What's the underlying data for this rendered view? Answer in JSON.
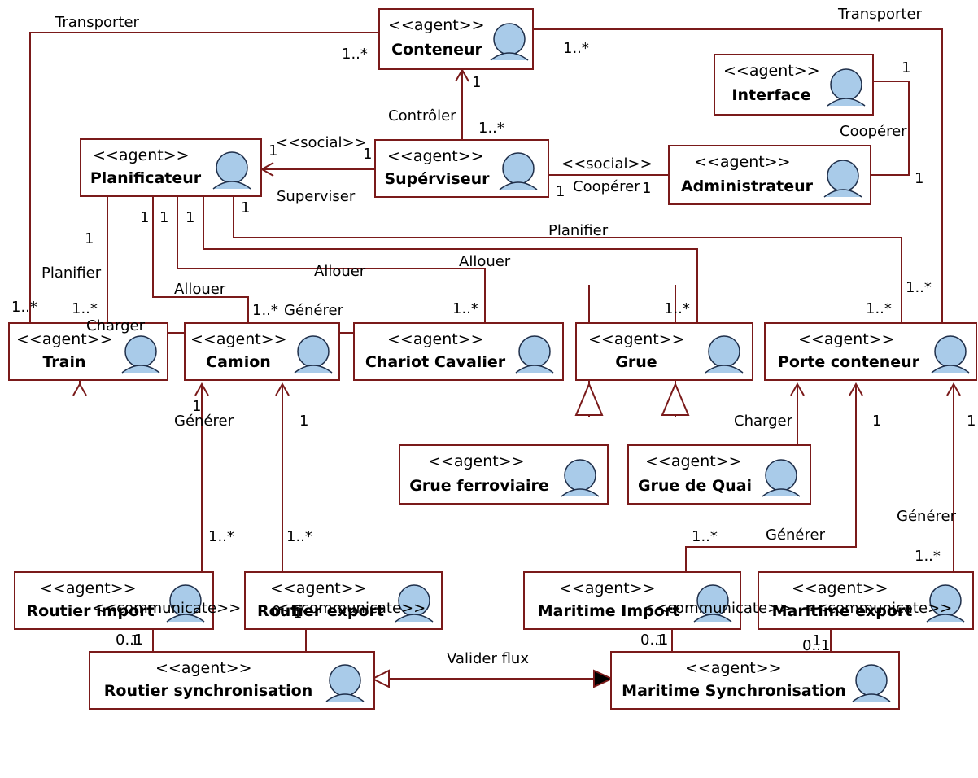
{
  "stereotype": "<<agent>>",
  "agents": {
    "conteneur": "Conteneur",
    "interface": "Interface",
    "planificateur": "Planificateur",
    "superviseur": "Supérviseur",
    "administrateur": "Administrateur",
    "train": "Train",
    "camion": "Camion",
    "chariot": "Chariot Cavalier",
    "grue": "Grue",
    "porte": "Porte conteneur",
    "grue_ferroviaire": "Grue ferroviaire",
    "grue_quai": "Grue de Quai",
    "routier_import": "Routier import",
    "routier_export": "Routier export",
    "maritime_import": "Maritime Import",
    "maritime_export": "Maritime export",
    "routier_sync": "Routier synchronisation",
    "maritime_sync": "Maritime Synchronisation"
  },
  "relations": {
    "transporter": "Transporter",
    "controler": "Contrôler",
    "social": "<<social>>",
    "superviser": "Superviser",
    "cooperer": "Coopérer",
    "planifier": "Planifier",
    "allouer": "Allouer",
    "charger": "Charger",
    "generer": "Générer",
    "communicate": "<<communicate>>",
    "valider_flux": "Valider flux"
  },
  "multiplicities": {
    "one": "1",
    "one_many": "1..*",
    "zero_one": "0..1"
  },
  "colors": {
    "border": "#7a1a1a",
    "actor_fill": "#a9cbe9",
    "actor_stroke": "#1f2f4a"
  }
}
